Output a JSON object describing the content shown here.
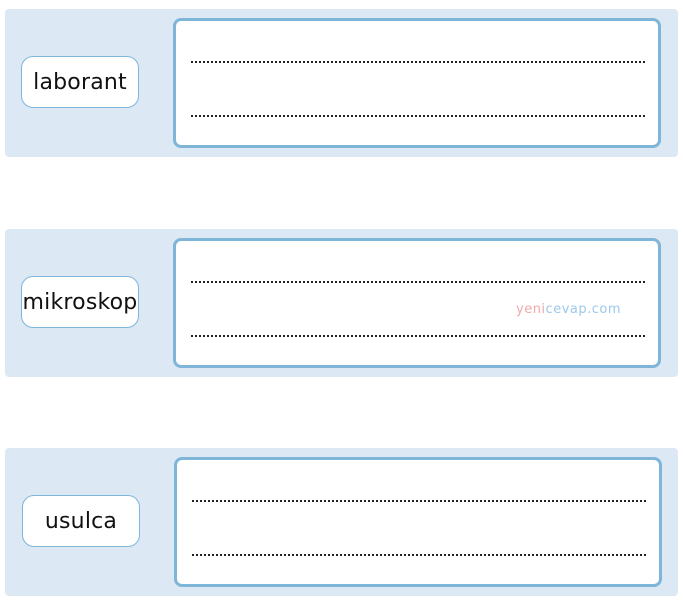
{
  "rows": [
    {
      "word": "laborant"
    },
    {
      "word": "mikroskop"
    },
    {
      "word": "usulca"
    }
  ],
  "watermark": {
    "part1": "yeni",
    "part2": "cevap.com"
  },
  "colors": {
    "panel_background": "#dce9f4",
    "box_border": "#7fb5d9",
    "dotted_line": "#222222",
    "watermark_red": "#f0a8a8",
    "watermark_blue": "#9cc8ec"
  }
}
